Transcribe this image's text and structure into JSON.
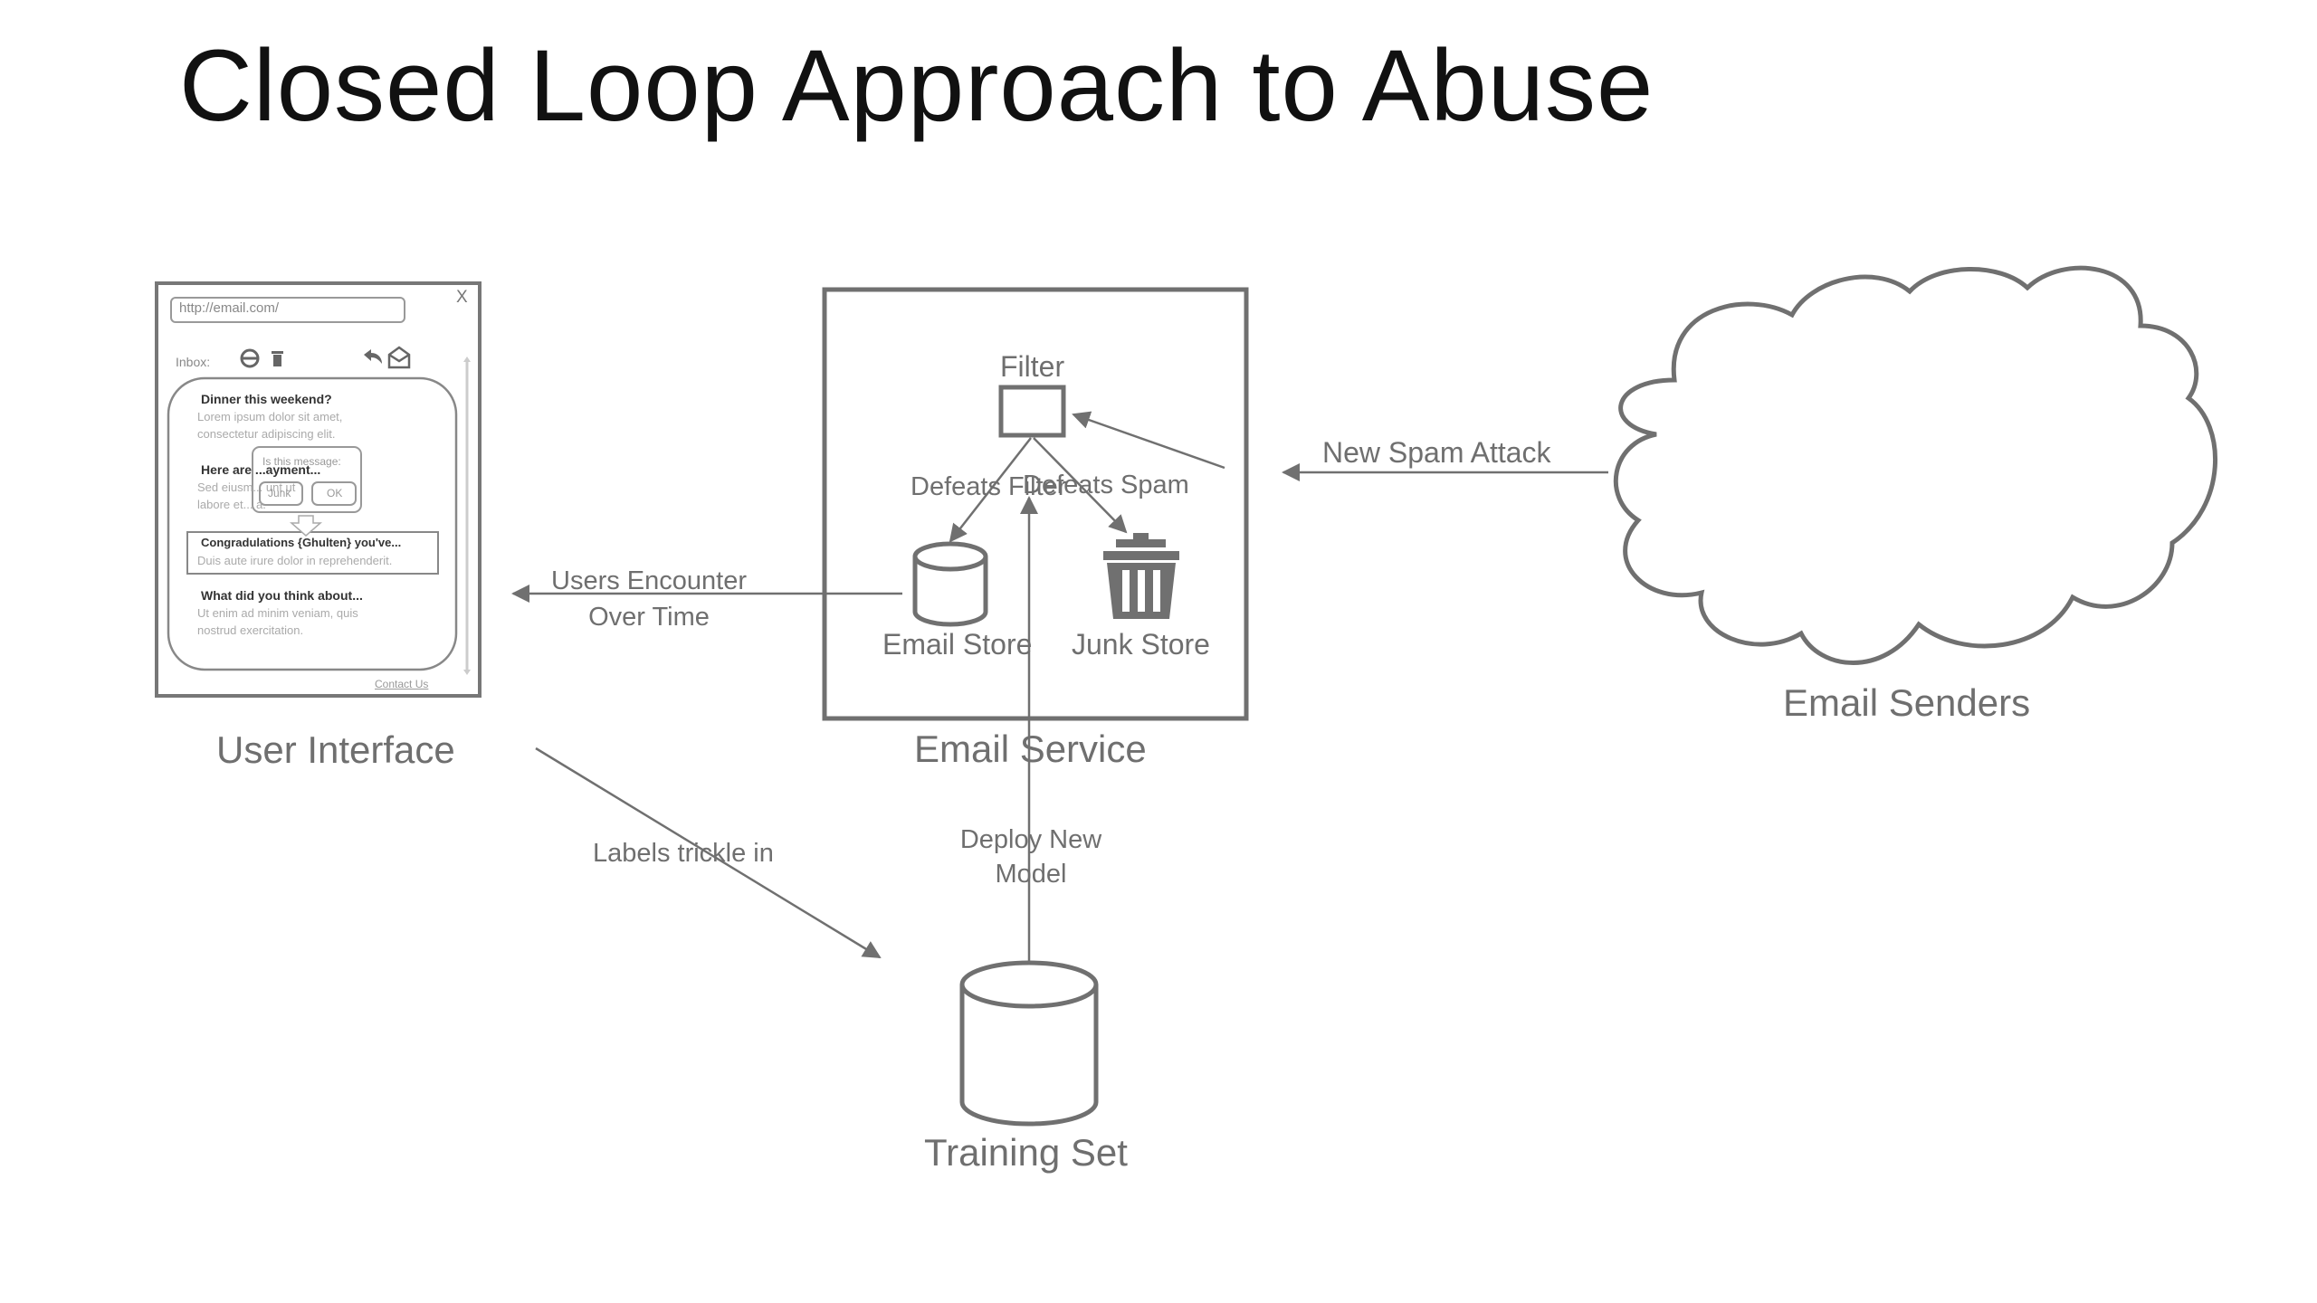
{
  "slide": {
    "title": "Closed Loop Approach to Abuse"
  },
  "components": {
    "user_interface": "User Interface",
    "email_service": "Email Service",
    "email_senders": "Email Senders",
    "training_set": "Training Set",
    "filter": "Filter",
    "email_store": "Email Store",
    "junk_store": "Junk Store"
  },
  "edges": {
    "new_spam_attack": "New Spam Attack",
    "defeats_filter": "Defeats Filter",
    "defeats_spam": "Defeats Spam",
    "users_encounter": [
      "Users Encounter",
      "Over Time"
    ],
    "labels_trickle": "Labels trickle in",
    "deploy_model": [
      "Deploy New",
      "Model"
    ]
  },
  "mockup": {
    "url": "http://email.com/",
    "close": "X",
    "inbox_label": "Inbox:",
    "messages": [
      {
        "subject": "Dinner this weekend?",
        "lines": [
          "Lorem ipsum dolor sit amet,",
          "consectetur adipiscing elit."
        ]
      },
      {
        "subject": "Here are ...ayment...",
        "lines": [
          "Sed eiusm... unt ut",
          "labore et... a."
        ]
      },
      {
        "subject": "Congradulations {Ghulten} you've...",
        "lines": [
          "Duis aute irure dolor in reprehenderit."
        ]
      },
      {
        "subject": "What did you think about...",
        "lines": [
          "Ut enim ad minim veniam, quis",
          "nostrud exercitation."
        ]
      }
    ],
    "popup": {
      "question": "Is this message:",
      "junk": "Junk",
      "ok": "OK"
    },
    "footer": "Contact Us"
  }
}
